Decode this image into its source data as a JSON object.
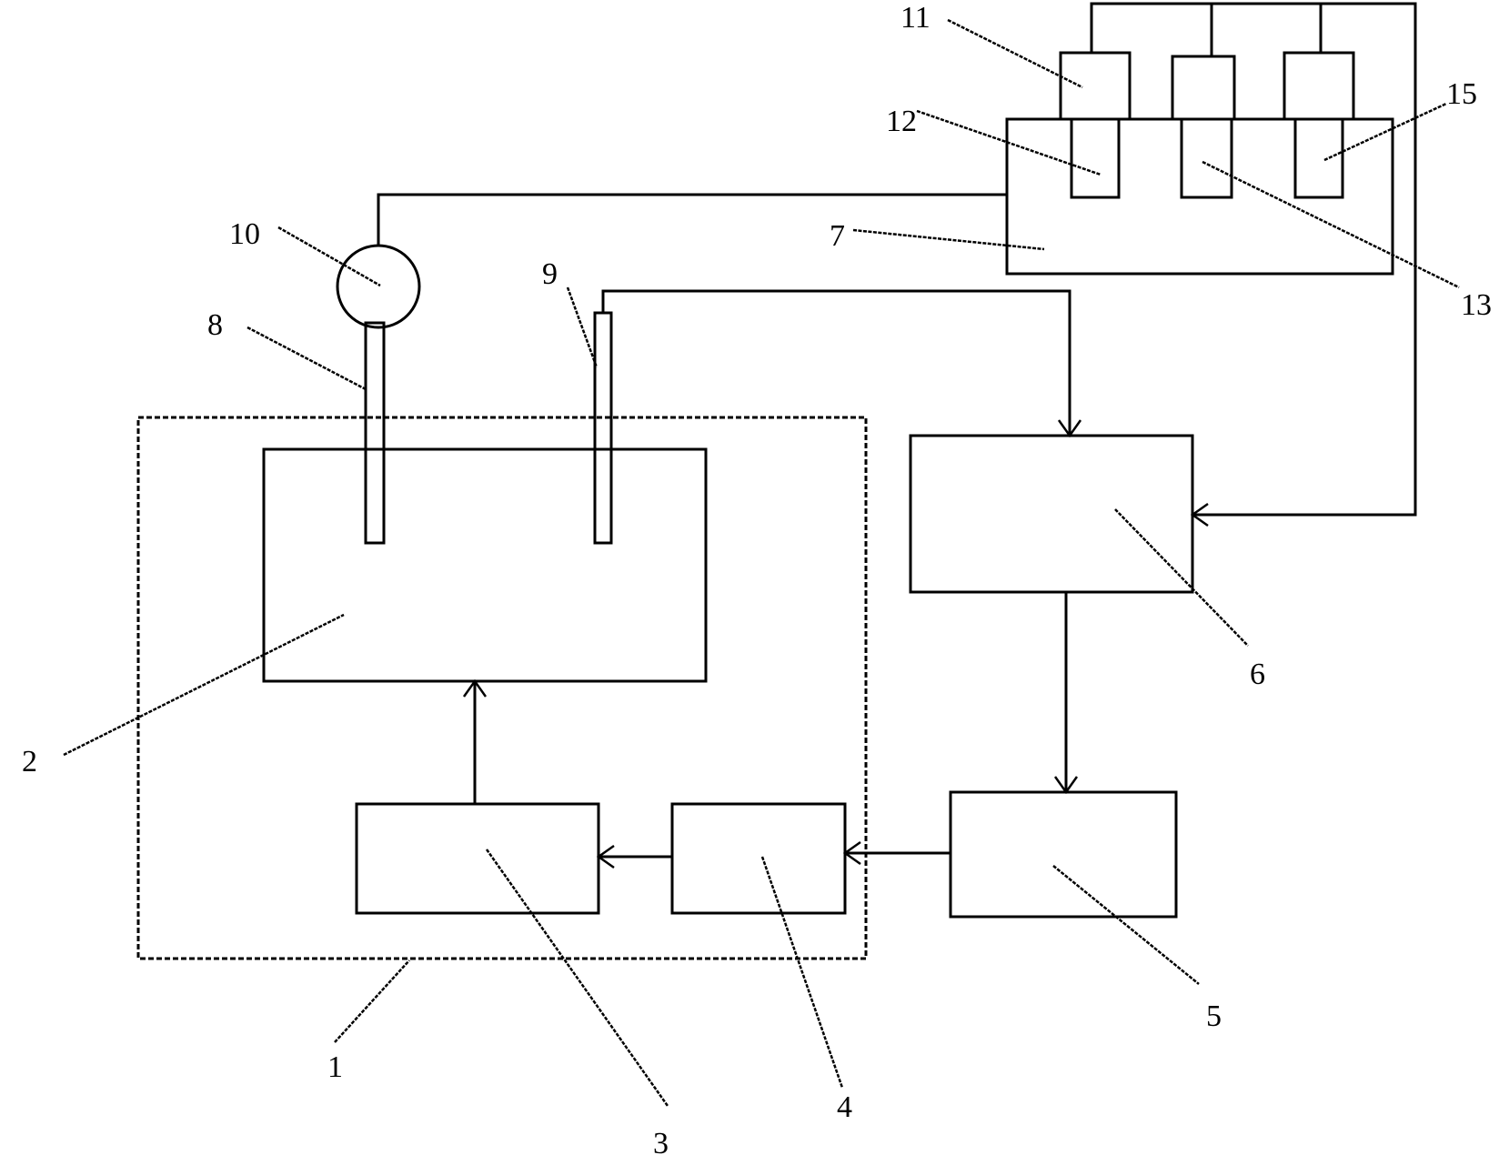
{
  "labels": {
    "l1": "1",
    "l2": "2",
    "l3": "3",
    "l4": "4",
    "l5": "5",
    "l6": "6",
    "l7": "7",
    "l8": "8",
    "l9": "9",
    "l10": "10",
    "l11": "11",
    "l12": "12",
    "l13": "13",
    "l15": "15"
  }
}
